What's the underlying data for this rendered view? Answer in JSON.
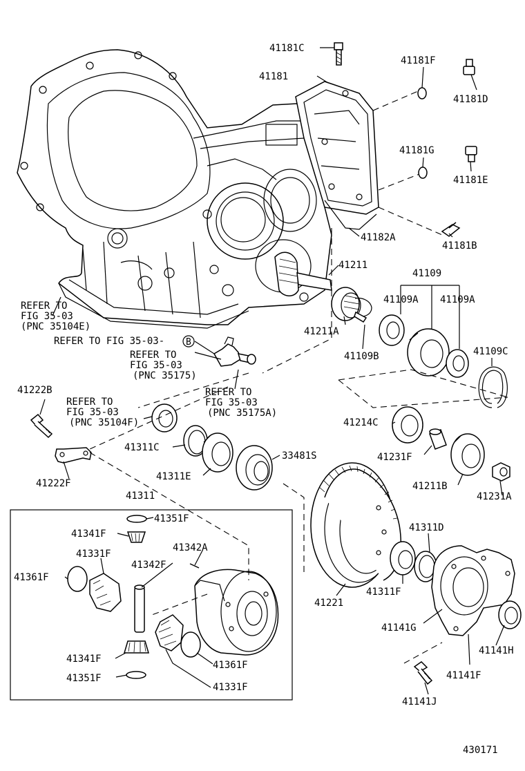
{
  "diagram": {
    "figure_number": "430171",
    "part_labels": {
      "p41181C": "41181C",
      "p41181": "41181",
      "p41181F": "41181F",
      "p41181D": "41181D",
      "p41181G": "41181G",
      "p41181E": "41181E",
      "p41182A": "41182A",
      "p41181B": "41181B",
      "p41211": "41211",
      "p41109": "41109",
      "p41109A_1": "41109A",
      "p41109A_2": "41109A",
      "p41211A": "41211A",
      "p41109B": "41109B",
      "p41109C": "41109C",
      "p41222B": "41222B",
      "p41214C": "41214C",
      "p41311C": "41311C",
      "p33481S": "33481S",
      "p41231F": "41231F",
      "p41311E": "41311E",
      "p41211B": "41211B",
      "p41231A": "41231A",
      "p41222F": "41222F",
      "p41311": "41311",
      "p41351F_1": "41351F",
      "p41341F_1": "41341F",
      "p41342A": "41342A",
      "p41331F_1": "41331F",
      "p41342F": "41342F",
      "p41361F_1": "41361F",
      "p41341F_2": "41341F",
      "p41361F_2": "41361F",
      "p41351F_2": "41351F",
      "p41331F_2": "41331F",
      "p41311D": "41311D",
      "p41221": "41221",
      "p41311F": "41311F",
      "p41141G": "41141G",
      "p41141H": "41141H",
      "p41141F": "41141F",
      "p41141J": "41141J"
    },
    "references": {
      "ref1_l1": "REFER TO",
      "ref1_l2": "FIG 35-03",
      "ref1_l3": "(PNC 35104E)",
      "ref2_text": "REFER TO FIG 35-03-",
      "ref2_marker": "B",
      "ref3_l1": "REFER TO",
      "ref3_l2": "FIG 35-03",
      "ref3_l3": "(PNC 35175)",
      "ref4_l1": "REFER TO",
      "ref4_l2": "FIG 35-03",
      "ref4_l3": "(PNC 35104F)",
      "ref5_l1": "REFER TO",
      "ref5_l2": "FIG 35-03",
      "ref5_l3": "(PNC 35175A)"
    }
  }
}
